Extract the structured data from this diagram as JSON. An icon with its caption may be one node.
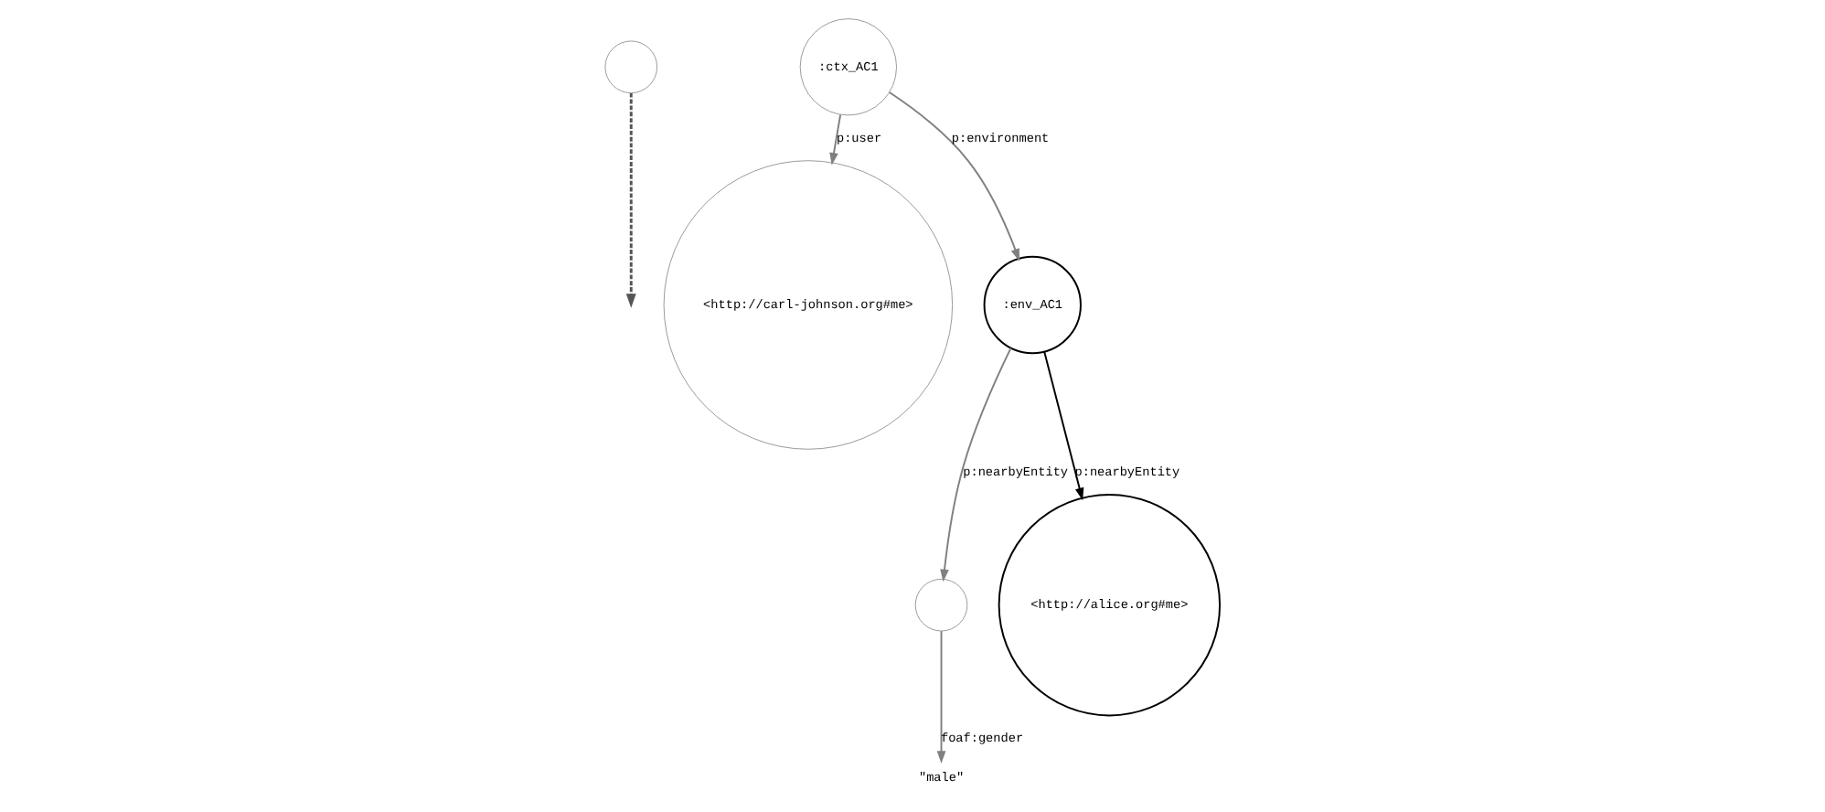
{
  "diagram": {
    "nodes": [
      {
        "text": [],
        "shape": "circle"
      },
      {
        "text": [
          ":ctx_AC1"
        ]
      },
      {
        "text": [
          "<http://carl-johnson.org#me>"
        ]
      },
      {
        "text": [
          ":env_AC1"
        ]
      },
      {
        "text": [
          "\"male\""
        ]
      },
      {
        "text": [],
        "shape": "circle"
      },
      {
        "text": [
          "<http://alice.org#me>"
        ]
      }
    ],
    "edges": [
      {
        "from": 0,
        "to": null,
        "arrow": "to",
        "style": "dashed",
        "color": "#555555"
      },
      {
        "from": 1,
        "to": 2,
        "arrow": "to",
        "label": "p:user"
      },
      {
        "from": 1,
        "to": 3,
        "arrow": "to",
        "label": "p:environment"
      },
      {
        "from": 3,
        "to": 5,
        "arrow": "to",
        "label": "p:nearbyEntity"
      },
      {
        "from": 3,
        "to": 6,
        "arrow": "to",
        "label": "p:nearbyEntity",
        "color": "#000000"
      },
      {
        "from": 5,
        "to": 4,
        "arrow": "to",
        "label": "foaf:gender"
      }
    ]
  }
}
